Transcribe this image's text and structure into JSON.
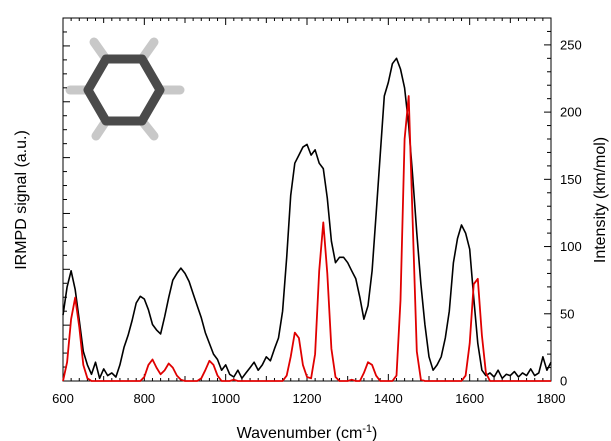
{
  "chart_data": {
    "type": "line",
    "title": "",
    "xlabel": "Wavenumber (cm",
    "xlabel_sup": "-1",
    "xlabel_close": ")",
    "ylabel_left": "IRMPD signal (a.u.)",
    "ylabel_right": "Intensity (km/mol)",
    "xlim": [
      600,
      1800
    ],
    "y_right_lim": [
      0,
      270
    ],
    "x_ticks": [
      600,
      800,
      1000,
      1200,
      1400,
      1600,
      1800
    ],
    "x_tick_labels": [
      "600",
      "800",
      "1000",
      "1200",
      "1400",
      "1600",
      "1800"
    ],
    "y_right_ticks": [
      0,
      50,
      100,
      150,
      200,
      250
    ],
    "y_right_tick_labels": [
      "0",
      "50",
      "100",
      "150",
      "200",
      "250"
    ],
    "grid": false,
    "legend": "none",
    "series": [
      {
        "color": "#000000",
        "axis": "left",
        "x": [
          600,
          610,
          620,
          630,
          640,
          650,
          660,
          670,
          680,
          690,
          700,
          710,
          720,
          730,
          740,
          750,
          760,
          770,
          780,
          790,
          800,
          810,
          820,
          830,
          840,
          850,
          860,
          870,
          880,
          890,
          900,
          910,
          920,
          930,
          940,
          950,
          960,
          970,
          980,
          990,
          1000,
          1010,
          1020,
          1030,
          1040,
          1050,
          1060,
          1070,
          1080,
          1090,
          1100,
          1110,
          1120,
          1130,
          1140,
          1150,
          1160,
          1170,
          1180,
          1190,
          1200,
          1210,
          1220,
          1230,
          1240,
          1250,
          1260,
          1270,
          1280,
          1290,
          1300,
          1310,
          1320,
          1330,
          1340,
          1350,
          1360,
          1370,
          1380,
          1390,
          1400,
          1410,
          1420,
          1430,
          1440,
          1450,
          1460,
          1470,
          1480,
          1490,
          1500,
          1510,
          1520,
          1530,
          1540,
          1550,
          1560,
          1570,
          1580,
          1590,
          1600,
          1610,
          1620,
          1630,
          1640,
          1650,
          1660,
          1670,
          1680,
          1690,
          1700,
          1710,
          1720,
          1730,
          1740,
          1750,
          1760,
          1770,
          1780,
          1790,
          1800
        ],
        "y": [
          49,
          70,
          82,
          68,
          45,
          22,
          12,
          5,
          14,
          2,
          9,
          4,
          6,
          3,
          12,
          25,
          34,
          45,
          58,
          63,
          61,
          53,
          42,
          38,
          35,
          48,
          62,
          75,
          80,
          84,
          80,
          74,
          65,
          56,
          47,
          36,
          28,
          20,
          16,
          8,
          12,
          5,
          3,
          8,
          2,
          6,
          10,
          14,
          8,
          12,
          18,
          15,
          24,
          32,
          52,
          92,
          138,
          162,
          168,
          174,
          176,
          168,
          172,
          162,
          158,
          136,
          104,
          88,
          92,
          92,
          88,
          82,
          76,
          62,
          46,
          56,
          82,
          124,
          168,
          212,
          222,
          236,
          240,
          232,
          218,
          190,
          152,
          110,
          72,
          42,
          18,
          8,
          12,
          18,
          32,
          52,
          88,
          106,
          116,
          110,
          98,
          62,
          28,
          8,
          4,
          6,
          3,
          8,
          2,
          5,
          4,
          7,
          3,
          6,
          4,
          9,
          4,
          6,
          18,
          8,
          14
        ]
      },
      {
        "color": "#e00000",
        "axis": "right",
        "x": [
          600,
          610,
          620,
          630,
          640,
          650,
          660,
          670,
          680,
          690,
          700,
          710,
          720,
          730,
          740,
          750,
          760,
          770,
          780,
          790,
          800,
          810,
          820,
          830,
          840,
          850,
          860,
          870,
          880,
          890,
          900,
          910,
          920,
          930,
          940,
          950,
          960,
          970,
          980,
          990,
          1000,
          1010,
          1020,
          1030,
          1040,
          1050,
          1060,
          1070,
          1080,
          1090,
          1100,
          1110,
          1120,
          1130,
          1140,
          1150,
          1160,
          1170,
          1180,
          1190,
          1200,
          1210,
          1220,
          1230,
          1240,
          1250,
          1260,
          1270,
          1280,
          1290,
          1300,
          1310,
          1320,
          1330,
          1340,
          1350,
          1360,
          1370,
          1380,
          1390,
          1400,
          1410,
          1420,
          1430,
          1440,
          1450,
          1460,
          1470,
          1480,
          1490,
          1500,
          1510,
          1520,
          1530,
          1540,
          1550,
          1560,
          1570,
          1580,
          1590,
          1600,
          1610,
          1620,
          1630,
          1640,
          1650,
          1660,
          1670,
          1680,
          1690,
          1700,
          1710,
          1720,
          1730,
          1740,
          1750,
          1760,
          1770,
          1780,
          1790,
          1800
        ],
        "y": [
          0,
          14,
          46,
          62,
          40,
          12,
          2,
          0,
          0,
          0,
          0,
          0,
          0,
          0,
          0,
          0,
          0,
          0,
          0,
          0,
          3,
          12,
          16,
          10,
          5,
          8,
          13,
          10,
          4,
          1,
          0,
          0,
          0,
          0,
          2,
          8,
          15,
          12,
          4,
          0,
          0,
          0,
          1,
          0,
          0,
          0,
          0,
          0,
          0,
          0,
          0,
          0,
          0,
          0,
          0,
          4,
          18,
          36,
          32,
          12,
          3,
          2,
          20,
          82,
          118,
          80,
          24,
          3,
          0,
          0,
          0,
          1,
          0,
          0,
          6,
          14,
          12,
          4,
          0,
          0,
          0,
          0,
          4,
          60,
          180,
          212,
          118,
          22,
          1,
          0,
          0,
          0,
          0,
          0,
          0,
          0,
          0,
          0,
          0,
          4,
          28,
          72,
          76,
          34,
          6,
          0,
          0,
          0,
          0,
          0,
          0,
          0,
          0,
          0,
          0,
          0,
          0,
          0,
          0,
          0,
          0
        ]
      }
    ]
  }
}
